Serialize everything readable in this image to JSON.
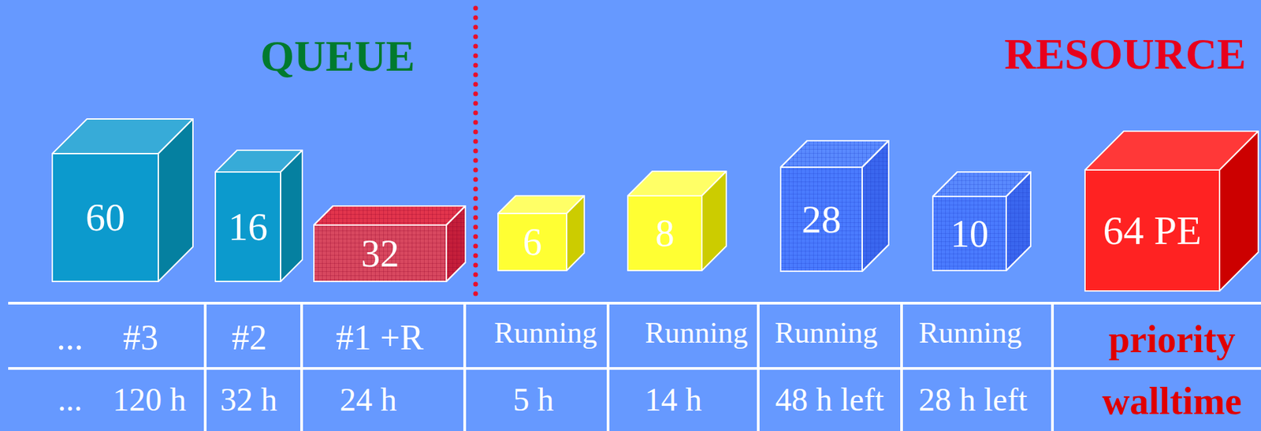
{
  "diagram": {
    "nodes": [
      {
        "text": [
          "60"
        ]
      },
      {
        "text": [
          "16"
        ]
      },
      {
        "text": [
          "32"
        ]
      },
      {
        "text": [
          "6"
        ]
      },
      {
        "text": [
          "8"
        ]
      },
      {
        "text": [
          "28"
        ]
      },
      {
        "text": [
          "10"
        ]
      },
      {
        "text": [
          "64 PE"
        ]
      }
    ],
    "labels": [
      "QUEUE",
      "RESOURCE",
      "...",
      "#3",
      "#2",
      "#1 +R",
      "Running",
      "Running",
      "Running",
      "Running",
      "priority",
      "...",
      "120 h",
      "32 h",
      "24 h",
      "5 h",
      "14 h",
      "48 h left",
      "28 h left",
      "walltime"
    ]
  }
}
